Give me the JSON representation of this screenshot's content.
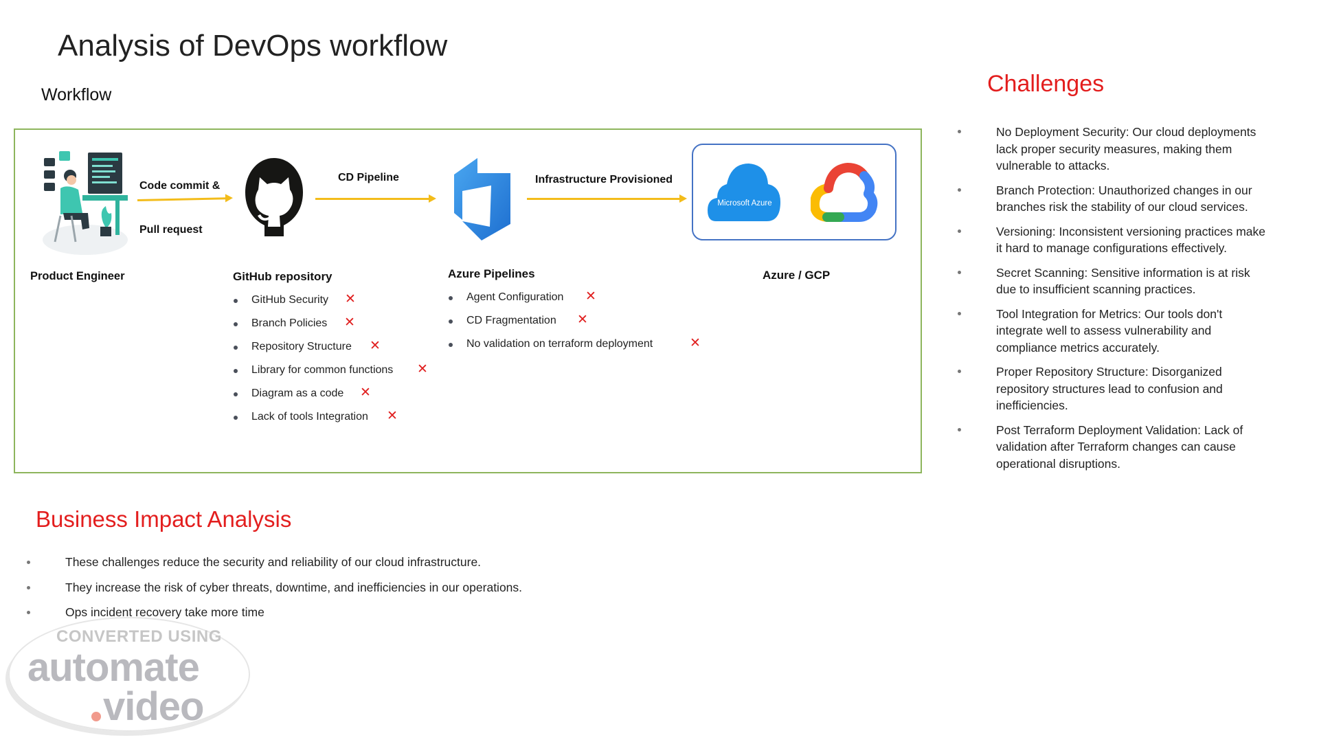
{
  "title": "Analysis of DevOps workflow",
  "workflow_label": "Workflow",
  "workflow": {
    "arrows": {
      "code_commit": "Code commit &",
      "pull_request": "Pull request",
      "cd_pipeline": "CD Pipeline",
      "infra_provisioned": "Infrastructure Provisioned"
    },
    "nodes": {
      "product_engineer": "Product Engineer",
      "github": "GitHub repository",
      "azure_pipelines": "Azure Pipelines",
      "azure_gcp": "Azure / GCP"
    },
    "microsoft_azure_logo_text": "Microsoft Azure",
    "github_issues": [
      "GitHub Security",
      "Branch Policies",
      "Repository Structure",
      "Library for common functions",
      "Diagram as a code",
      "Lack of tools Integration"
    ],
    "pipeline_issues": [
      "Agent Configuration",
      "CD Fragmentation",
      "No validation on terraform deployment"
    ],
    "issue_marker": "✕",
    "colors": {
      "arrow": "#f3bc1a",
      "box_border": "#8db55c",
      "cloud_box_border": "#4472c4",
      "heading_red": "#e31e1e",
      "x_mark": "#e01f1f"
    }
  },
  "challenges": {
    "title": "Challenges",
    "items": [
      "No Deployment Security: Our cloud deployments lack proper security measures, making them vulnerable to attacks.",
      "Branch Protection: Unauthorized changes in our branches risk the stability of our cloud services.",
      "Versioning: Inconsistent versioning practices make it hard to manage configurations effectively.",
      "Secret Scanning: Sensitive information is at risk due to insufficient scanning practices.",
      "Tool Integration for Metrics: Our tools don't integrate well to assess vulnerability and compliance metrics accurately.",
      "Proper Repository Structure: Disorganized repository structures lead to confusion and inefficiencies.",
      "Post Terraform Deployment Validation: Lack of validation after Terraform changes can cause operational disruptions."
    ]
  },
  "business_impact": {
    "title": "Business Impact Analysis",
    "items": [
      "These challenges reduce the security and reliability of our cloud infrastructure.",
      "They increase the risk of cyber threats, downtime, and inefficiencies in our operations.",
      "Ops incident recovery take more time"
    ]
  },
  "watermark": {
    "line1": "CONVERTED USING",
    "line2": "automate",
    "line3": "video"
  }
}
